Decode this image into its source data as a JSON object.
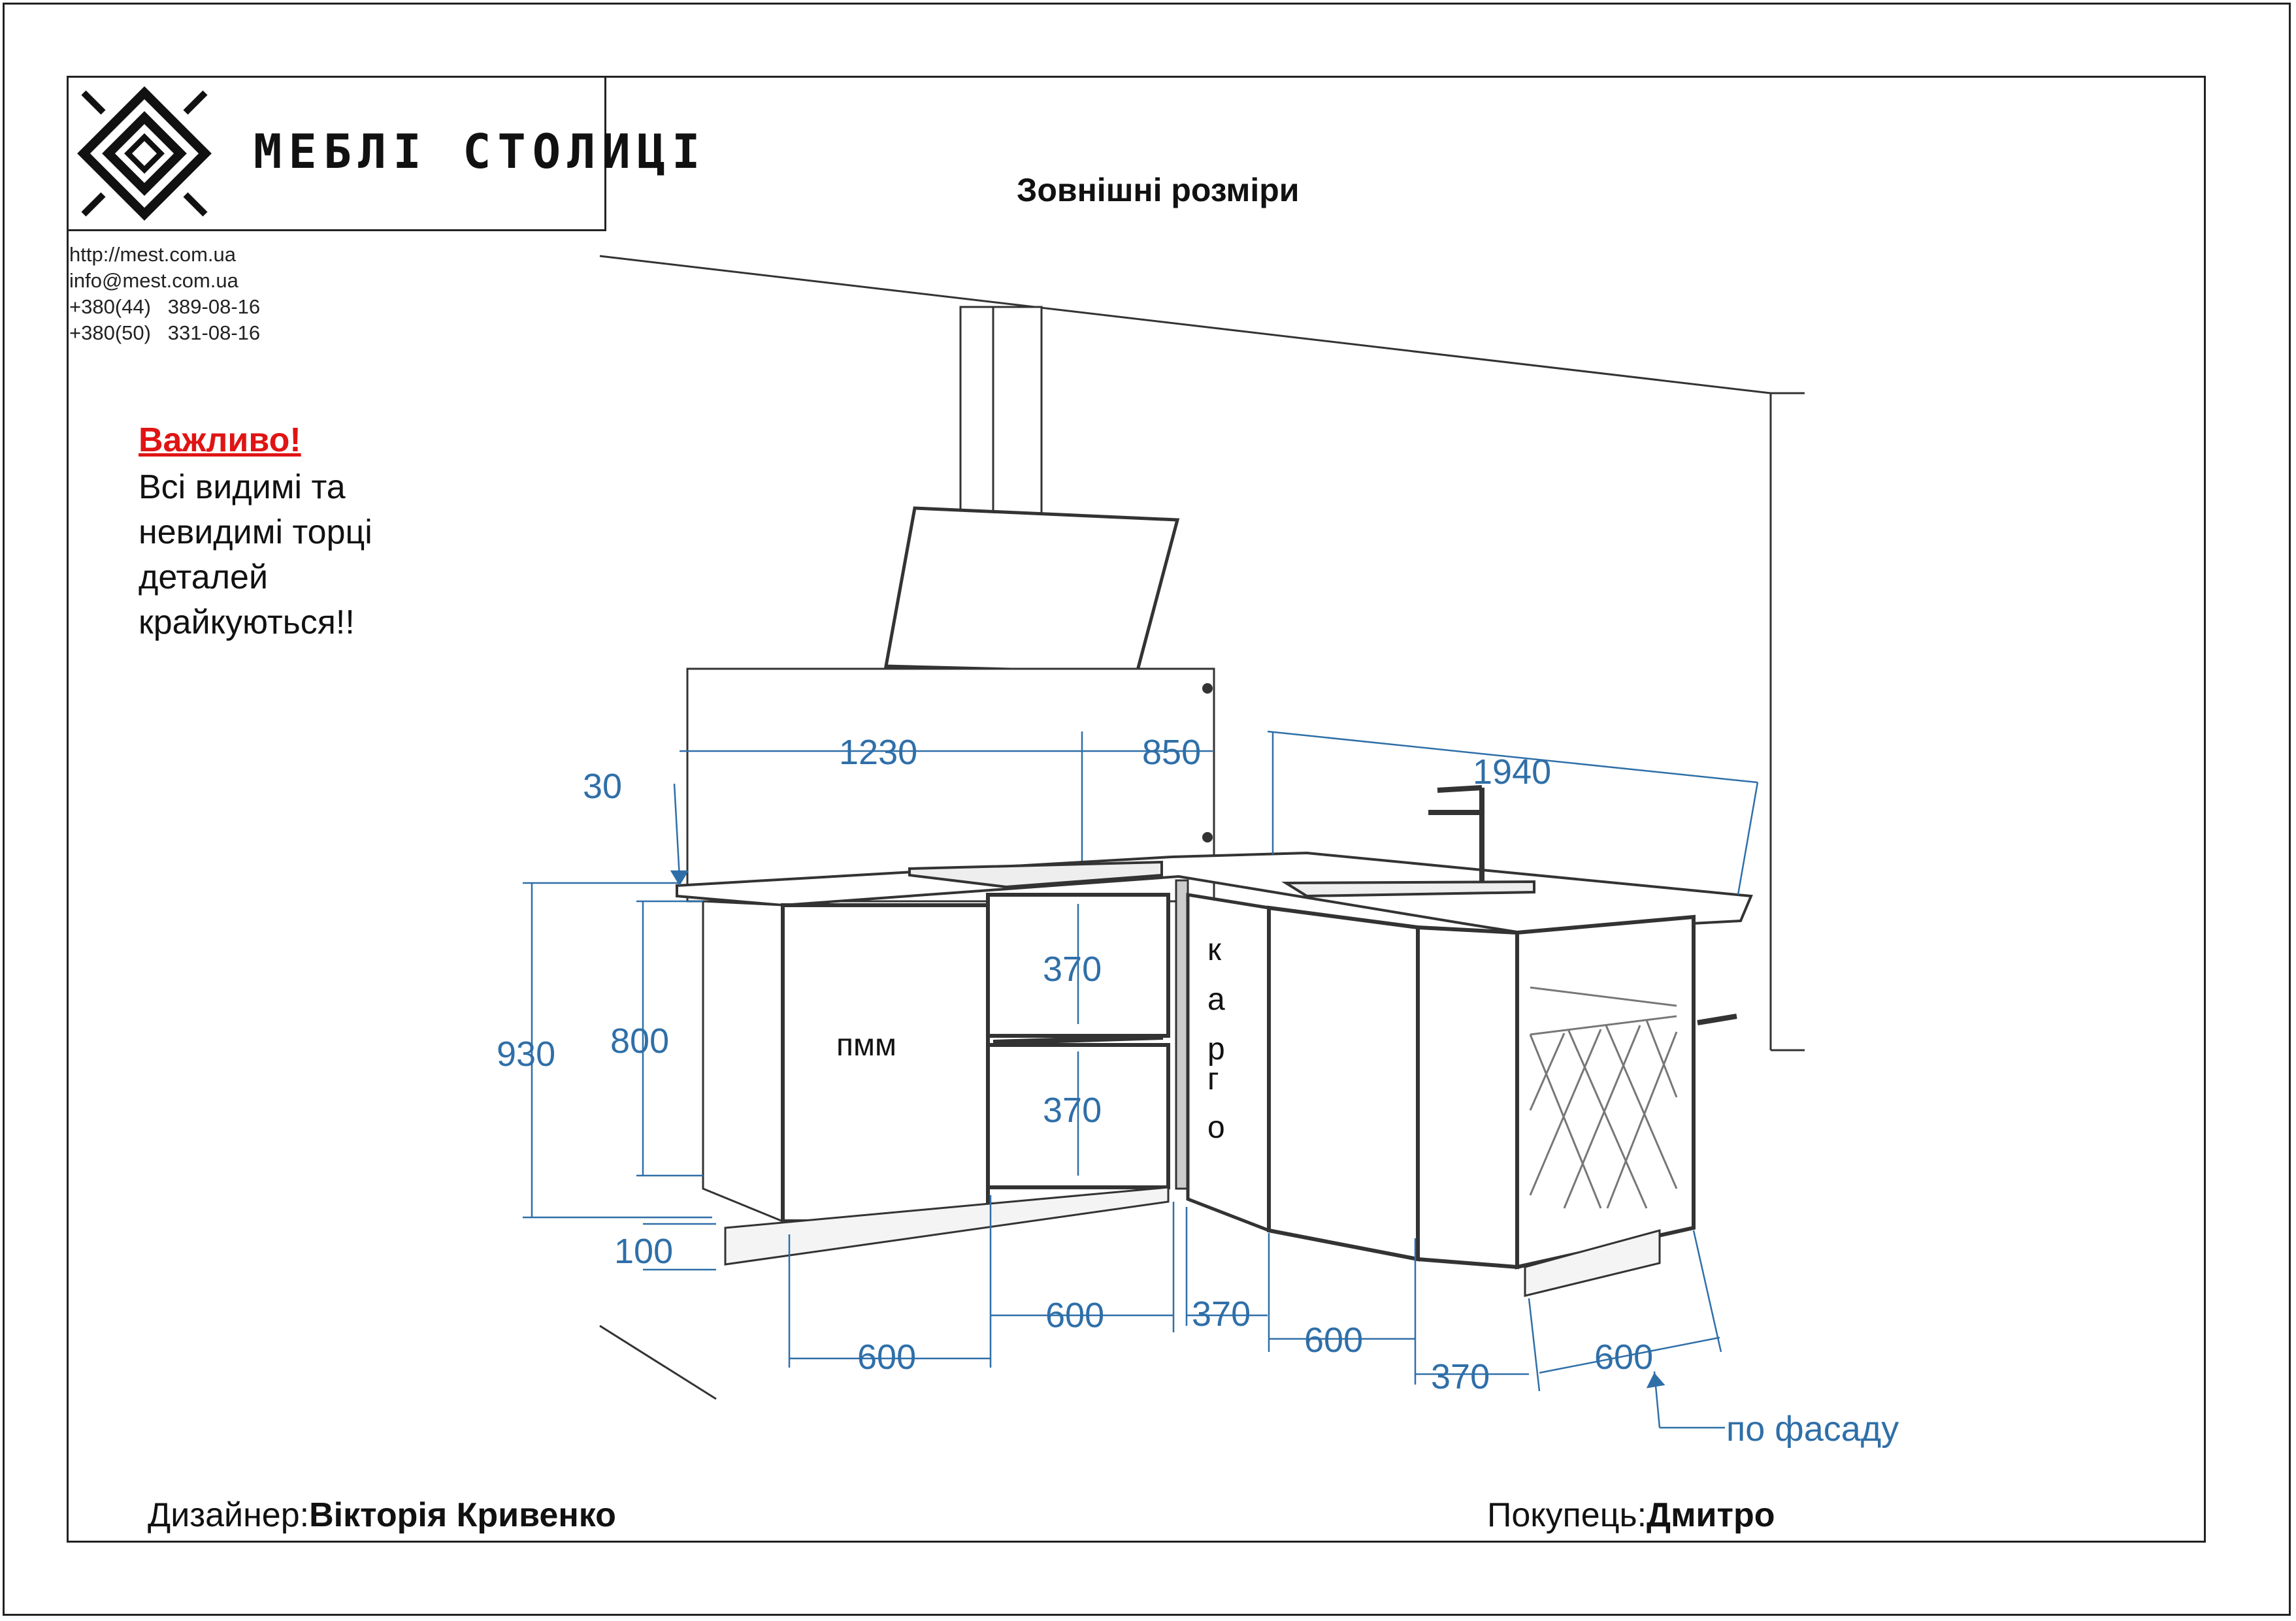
{
  "brand": {
    "name": "МЕБЛІ СТОЛИЦІ"
  },
  "contacts": [
    "http://mest.com.ua",
    "info@mest.com.ua",
    "+380(44)   389-08-16",
    "+380(50)   331-08-16"
  ],
  "title": "Зовнішні розміри",
  "warning": {
    "heading": "Важливо!",
    "body": "Всі видимі та невидимі торці деталей крайкуються!!"
  },
  "footer": {
    "designer_label": "Дизайнер:",
    "designer_name": "Вікторія Кривенко",
    "buyer_label": "Покупець:",
    "buyer_name": "Дмитро"
  },
  "labels": {
    "pmm": "пмм",
    "cargo": [
      "к",
      "а",
      "р",
      "г",
      "о"
    ],
    "facade_note": "по фасаду"
  },
  "dimensions": {
    "top_1230": "1230",
    "top_850": "850",
    "top_1940": "1940",
    "edge_30": "30",
    "h_930": "930",
    "h_800": "800",
    "h_100": "100",
    "drawer_top": "370",
    "drawer_bottom": "370",
    "w_600_a": "600",
    "w_600_b": "600",
    "w_370_a": "370",
    "w_600_c": "600",
    "w_370_b": "370",
    "w_600_d": "600"
  },
  "colors": {
    "dimension": "#2f6fa8",
    "warning": "#e01414",
    "line": "#333333"
  }
}
